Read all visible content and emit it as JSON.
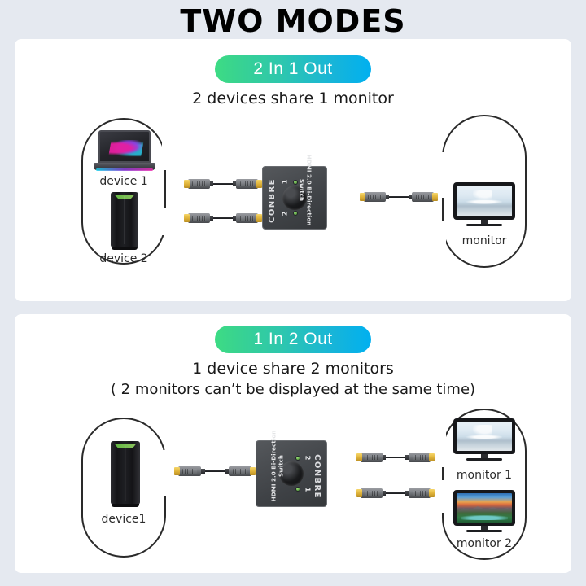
{
  "title": "TWO MODES",
  "theme": {
    "background": "#e5e9f0",
    "panel": "#ffffff",
    "badge_gradient_start": "#3ddc84",
    "badge_gradient_end": "#00b0f0",
    "text": "#1a1a1a",
    "outline": "#2a2a2a"
  },
  "modes": [
    {
      "badge": "2 In 1 Out",
      "caption": "2 devices share 1 monitor",
      "caption_extra": "",
      "sources": [
        {
          "label": "device 1",
          "icon": "laptop-icon"
        },
        {
          "label": "device 2",
          "icon": "desktop-tower-icon"
        }
      ],
      "outputs": [
        {
          "label": "monitor",
          "icon": "monitor-icon",
          "screen": "seascape"
        }
      ],
      "switch": {
        "brand": "CONBRE",
        "model_line1": "HDMI 2.0 Bi-Direction",
        "model_line2": "Switch",
        "led_labels": [
          "1",
          "2"
        ]
      },
      "input_cables": 2,
      "output_cables": 1
    },
    {
      "badge": "1 In 2 Out",
      "caption": "1 device share 2 monitors",
      "caption_extra": "( 2 monitors can’t be displayed at the same time)",
      "sources": [
        {
          "label": "device1",
          "icon": "desktop-tower-icon"
        }
      ],
      "outputs": [
        {
          "label": "monitor 1",
          "icon": "monitor-icon",
          "screen": "seascape"
        },
        {
          "label": "monitor 2",
          "icon": "monitor-icon",
          "screen": "landscape"
        }
      ],
      "switch": {
        "brand": "CONBRE",
        "model_line1": "HDMI 2.0 Bi-Direction",
        "model_line2": "Switch",
        "led_labels": [
          "2",
          "1"
        ]
      },
      "input_cables": 1,
      "output_cables": 2
    }
  ]
}
